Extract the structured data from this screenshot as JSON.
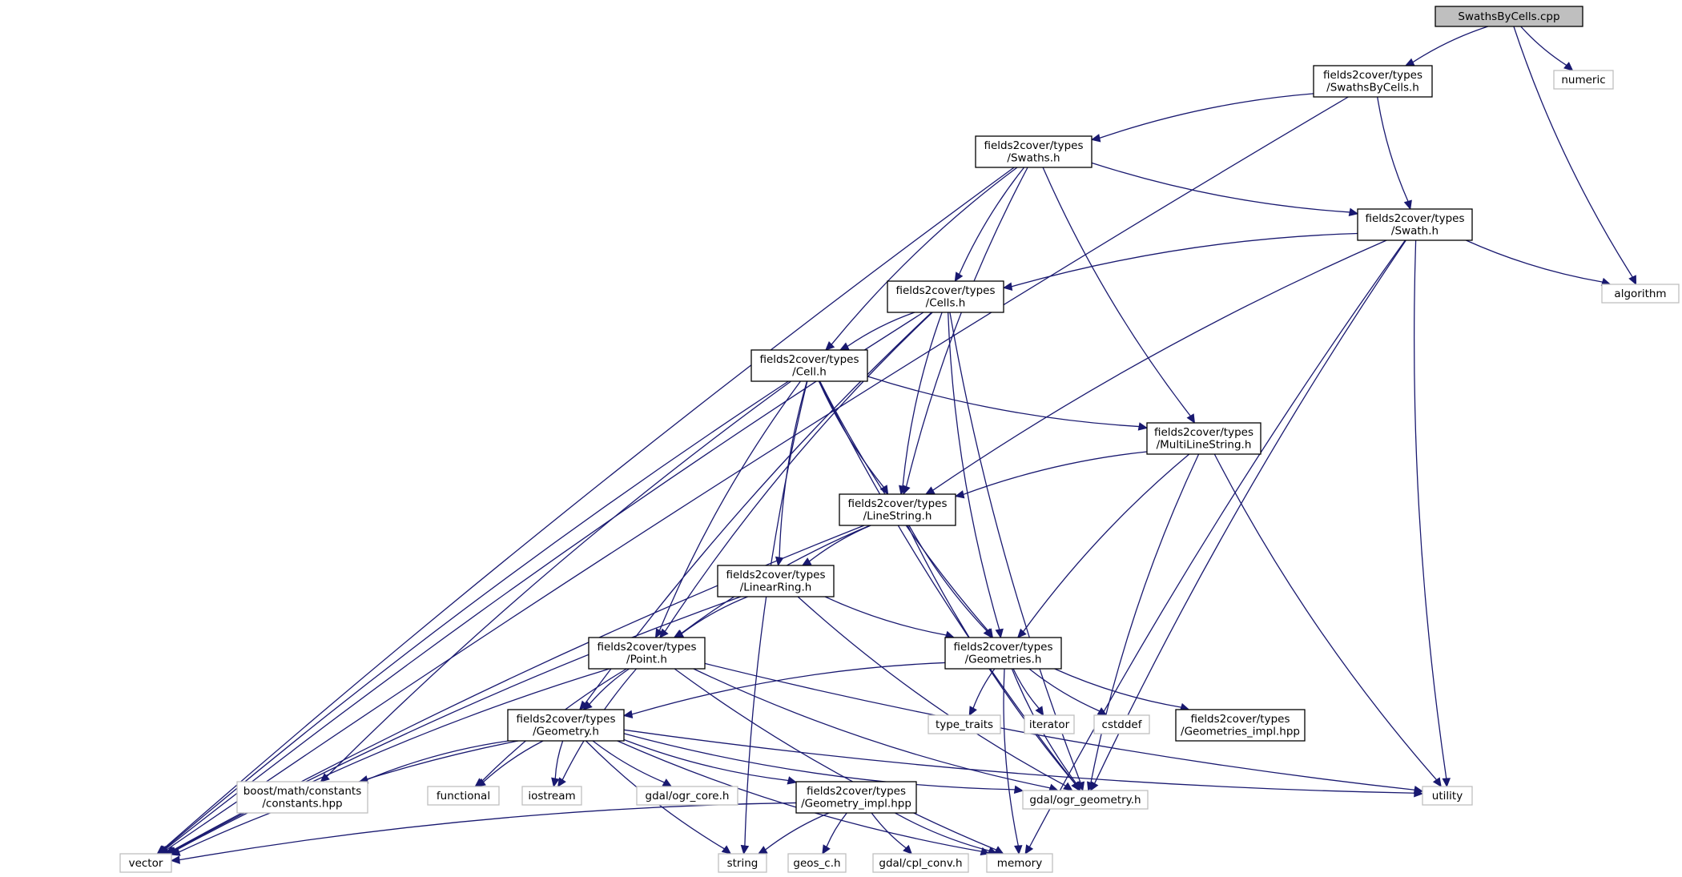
{
  "graph": {
    "title": "SwathsByCells.cpp",
    "edge_color": "#191970",
    "local_border_color": "#000000",
    "external_border_color": "#bfbfbf",
    "root_fill_color": "#bfbfbf",
    "nodes": [
      {
        "id": "root",
        "lines": [
          "SwathsByCells.cpp"
        ],
        "kind": "root"
      },
      {
        "id": "swathsbycells_h",
        "lines": [
          "fields2cover/types",
          "/SwathsByCells.h"
        ],
        "kind": "local"
      },
      {
        "id": "numeric",
        "lines": [
          "numeric"
        ],
        "kind": "external"
      },
      {
        "id": "algorithm",
        "lines": [
          "algorithm"
        ],
        "kind": "external"
      },
      {
        "id": "swaths_h",
        "lines": [
          "fields2cover/types",
          "/Swaths.h"
        ],
        "kind": "local"
      },
      {
        "id": "swath_h",
        "lines": [
          "fields2cover/types",
          "/Swath.h"
        ],
        "kind": "local"
      },
      {
        "id": "cells_h",
        "lines": [
          "fields2cover/types",
          "/Cells.h"
        ],
        "kind": "local"
      },
      {
        "id": "cell_h",
        "lines": [
          "fields2cover/types",
          "/Cell.h"
        ],
        "kind": "local"
      },
      {
        "id": "multilinestring_h",
        "lines": [
          "fields2cover/types",
          "/MultiLineString.h"
        ],
        "kind": "local"
      },
      {
        "id": "linestring_h",
        "lines": [
          "fields2cover/types",
          "/LineString.h"
        ],
        "kind": "local"
      },
      {
        "id": "linearring_h",
        "lines": [
          "fields2cover/types",
          "/LinearRing.h"
        ],
        "kind": "local"
      },
      {
        "id": "point_h",
        "lines": [
          "fields2cover/types",
          "/Point.h"
        ],
        "kind": "local"
      },
      {
        "id": "geometries_h",
        "lines": [
          "fields2cover/types",
          "/Geometries.h"
        ],
        "kind": "local"
      },
      {
        "id": "geometry_h",
        "lines": [
          "fields2cover/types",
          "/Geometry.h"
        ],
        "kind": "local"
      },
      {
        "id": "type_traits",
        "lines": [
          "type_traits"
        ],
        "kind": "external"
      },
      {
        "id": "iterator",
        "lines": [
          "iterator"
        ],
        "kind": "external"
      },
      {
        "id": "cstddef",
        "lines": [
          "cstddef"
        ],
        "kind": "external"
      },
      {
        "id": "geometries_impl",
        "lines": [
          "fields2cover/types",
          "/Geometries_impl.hpp"
        ],
        "kind": "local"
      },
      {
        "id": "boost_constants",
        "lines": [
          "boost/math/constants",
          "/constants.hpp"
        ],
        "kind": "external"
      },
      {
        "id": "functional",
        "lines": [
          "functional"
        ],
        "kind": "external"
      },
      {
        "id": "iostream",
        "lines": [
          "iostream"
        ],
        "kind": "external"
      },
      {
        "id": "ogr_core",
        "lines": [
          "gdal/ogr_core.h"
        ],
        "kind": "external"
      },
      {
        "id": "geometry_impl",
        "lines": [
          "fields2cover/types",
          "/Geometry_impl.hpp"
        ],
        "kind": "local"
      },
      {
        "id": "ogr_geometry",
        "lines": [
          "gdal/ogr_geometry.h"
        ],
        "kind": "external"
      },
      {
        "id": "utility",
        "lines": [
          "utility"
        ],
        "kind": "external"
      },
      {
        "id": "vector",
        "lines": [
          "vector"
        ],
        "kind": "external"
      },
      {
        "id": "string",
        "lines": [
          "string"
        ],
        "kind": "external"
      },
      {
        "id": "geos_c",
        "lines": [
          "geos_c.h"
        ],
        "kind": "external"
      },
      {
        "id": "cpl_conv",
        "lines": [
          "gdal/cpl_conv.h"
        ],
        "kind": "external"
      },
      {
        "id": "memory",
        "lines": [
          "memory"
        ],
        "kind": "external"
      }
    ],
    "edges": [
      [
        "root",
        "swathsbycells_h"
      ],
      [
        "root",
        "numeric"
      ],
      [
        "root",
        "algorithm"
      ],
      [
        "swathsbycells_h",
        "vector"
      ],
      [
        "swathsbycells_h",
        "swaths_h"
      ],
      [
        "swathsbycells_h",
        "swath_h"
      ],
      [
        "swaths_h",
        "vector"
      ],
      [
        "swaths_h",
        "swath_h"
      ],
      [
        "swaths_h",
        "cells_h"
      ],
      [
        "swaths_h",
        "cell_h"
      ],
      [
        "swaths_h",
        "linestring_h"
      ],
      [
        "swaths_h",
        "multilinestring_h"
      ],
      [
        "swath_h",
        "cells_h"
      ],
      [
        "swath_h",
        "algorithm"
      ],
      [
        "swath_h",
        "linestring_h"
      ],
      [
        "swath_h",
        "ogr_geometry"
      ],
      [
        "swath_h",
        "utility"
      ],
      [
        "swath_h",
        "memory"
      ],
      [
        "cells_h",
        "cell_h"
      ],
      [
        "cells_h",
        "vector"
      ],
      [
        "cells_h",
        "geometry_h"
      ],
      [
        "cells_h",
        "point_h"
      ],
      [
        "cells_h",
        "linestring_h"
      ],
      [
        "cells_h",
        "geometries_h"
      ],
      [
        "cells_h",
        "ogr_geometry"
      ],
      [
        "cell_h",
        "multilinestring_h"
      ],
      [
        "cell_h",
        "linestring_h"
      ],
      [
        "cell_h",
        "linearring_h"
      ],
      [
        "cell_h",
        "point_h"
      ],
      [
        "cell_h",
        "geometries_h"
      ],
      [
        "cell_h",
        "boost_constants"
      ],
      [
        "cell_h",
        "vector"
      ],
      [
        "cell_h",
        "string"
      ],
      [
        "cell_h",
        "ogr_geometry"
      ],
      [
        "multilinestring_h",
        "linestring_h"
      ],
      [
        "multilinestring_h",
        "geometries_h"
      ],
      [
        "multilinestring_h",
        "ogr_geometry"
      ],
      [
        "multilinestring_h",
        "utility"
      ],
      [
        "linestring_h",
        "linearring_h"
      ],
      [
        "linestring_h",
        "point_h"
      ],
      [
        "linestring_h",
        "geometries_h"
      ],
      [
        "linestring_h",
        "vector"
      ],
      [
        "linestring_h",
        "ogr_geometry"
      ],
      [
        "linearring_h",
        "point_h"
      ],
      [
        "linearring_h",
        "geometries_h"
      ],
      [
        "linearring_h",
        "vector"
      ],
      [
        "linearring_h",
        "ogr_geometry"
      ],
      [
        "point_h",
        "geometry_h"
      ],
      [
        "point_h",
        "functional"
      ],
      [
        "point_h",
        "iostream"
      ],
      [
        "point_h",
        "ogr_geometry"
      ],
      [
        "point_h",
        "vector"
      ],
      [
        "point_h",
        "utility"
      ],
      [
        "point_h",
        "memory"
      ],
      [
        "geometries_h",
        "geometry_h"
      ],
      [
        "geometries_h",
        "type_traits"
      ],
      [
        "geometries_h",
        "iterator"
      ],
      [
        "geometries_h",
        "cstddef"
      ],
      [
        "geometries_h",
        "geometries_impl"
      ],
      [
        "geometries_h",
        "ogr_geometry"
      ],
      [
        "geometries_h",
        "memory"
      ],
      [
        "geometry_h",
        "boost_constants"
      ],
      [
        "geometry_h",
        "functional"
      ],
      [
        "geometry_h",
        "iostream"
      ],
      [
        "geometry_h",
        "ogr_core"
      ],
      [
        "geometry_h",
        "geometry_impl"
      ],
      [
        "geometry_h",
        "ogr_geometry"
      ],
      [
        "geometry_h",
        "utility"
      ],
      [
        "geometry_h",
        "vector"
      ],
      [
        "geometry_h",
        "string"
      ],
      [
        "geometry_h",
        "memory"
      ],
      [
        "geometry_impl",
        "vector"
      ],
      [
        "geometry_impl",
        "string"
      ],
      [
        "geometry_impl",
        "geos_c"
      ],
      [
        "geometry_impl",
        "cpl_conv"
      ],
      [
        "geometry_impl",
        "memory"
      ]
    ]
  }
}
